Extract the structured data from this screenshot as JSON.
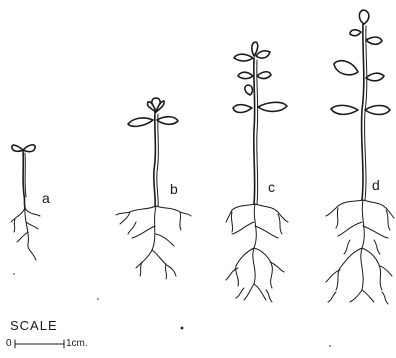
{
  "plants": [
    {
      "id": "a",
      "label": "a"
    },
    {
      "id": "b",
      "label": "b"
    },
    {
      "id": "c",
      "label": "c"
    },
    {
      "id": "d",
      "label": "d"
    }
  ],
  "scale": {
    "title": "SCALE",
    "zero": "0",
    "unit": "1cm."
  },
  "colors": {
    "ink": "#1a1a1a",
    "background": "#ffffff"
  }
}
